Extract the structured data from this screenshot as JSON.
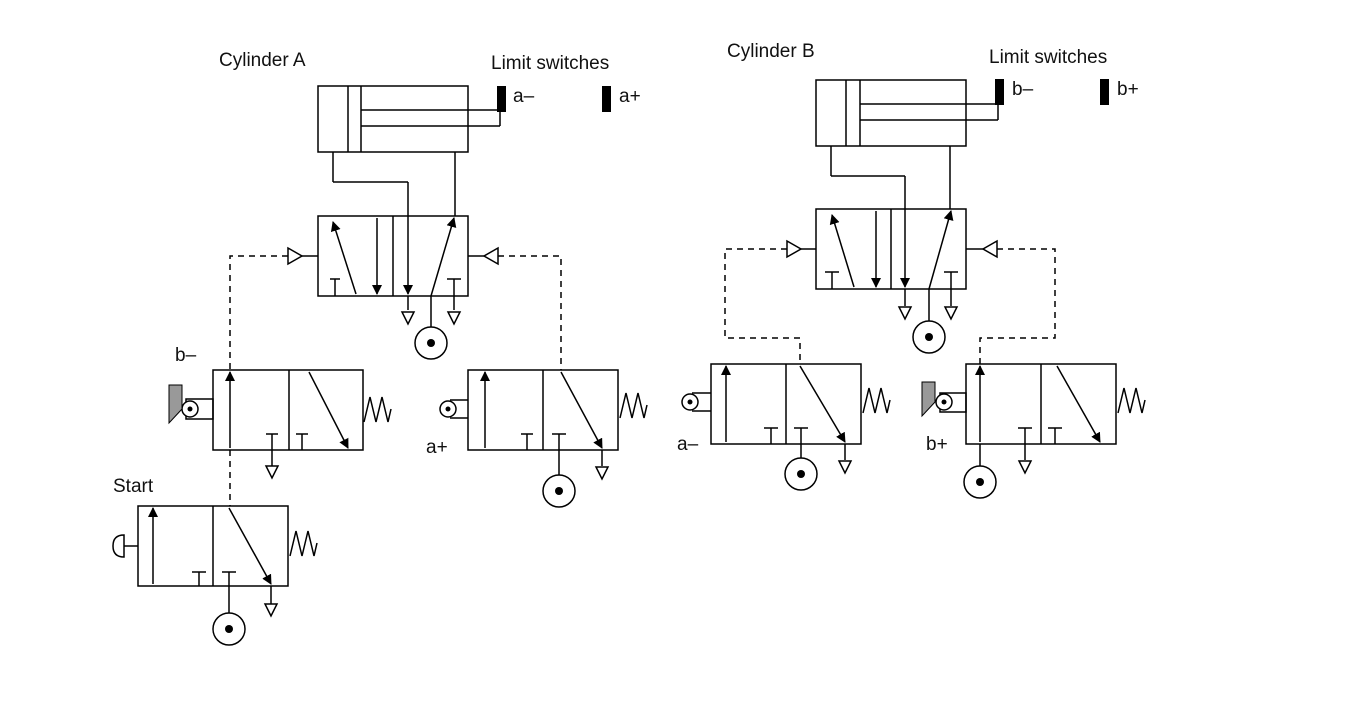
{
  "labels": {
    "cylinder_a": "Cylinder A",
    "cylinder_b": "Cylinder B",
    "limit_switches_a": "Limit switches",
    "limit_switches_b": "Limit switches",
    "switch_a_minus": "a–",
    "switch_a_plus": "a+",
    "switch_b_minus": "b–",
    "switch_b_plus": "b+",
    "valve_b_minus": "b–",
    "valve_a_plus": "a+",
    "valve_a_minus": "a–",
    "valve_b_plus": "b+",
    "start": "Start"
  }
}
